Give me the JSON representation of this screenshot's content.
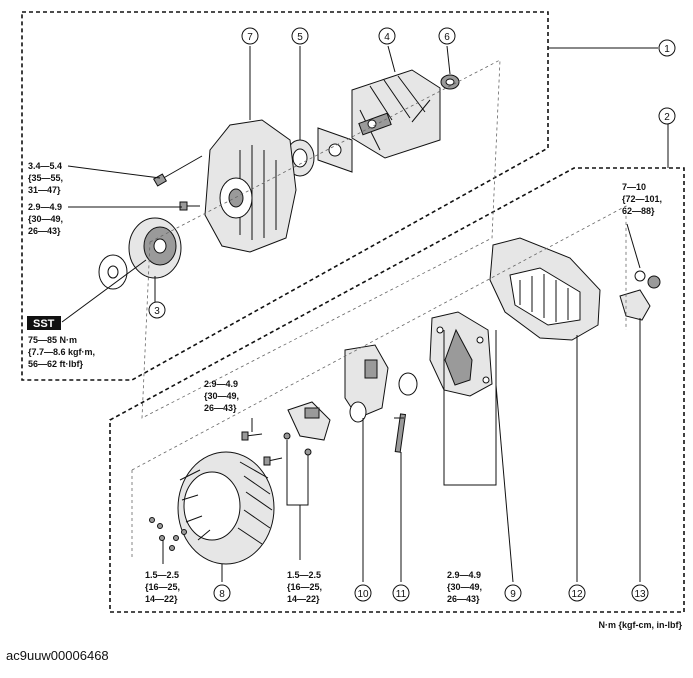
{
  "figure_id": "ac9uuw00006468",
  "units_note": "N·m {kgf-cm, in-lbf}",
  "sst_label": "SST",
  "callouts": [
    "1",
    "2",
    "3",
    "4",
    "5",
    "6",
    "7",
    "8",
    "9",
    "10",
    "11",
    "12",
    "13"
  ],
  "torques": {
    "bolt_top": [
      "3.4—5.4",
      "{35—55,",
      "31—47}"
    ],
    "bolt_mid": [
      "2.9—4.9",
      "{30—49,",
      "26—43}"
    ],
    "pulley_nut": [
      "75—85 N·m",
      "{7.7—8.6 kgf·m,",
      "56—62 ft·lbf}"
    ],
    "terminal_nut": [
      "7—10",
      "{72—101,",
      "62—88}"
    ],
    "regulator_bolts": [
      "2.9—4.9",
      "{30—49,",
      "26—43}"
    ],
    "stator_screws": [
      "1.5—2.5",
      "{16—25,",
      "14—22}"
    ],
    "holder_screws": [
      "1.5—2.5",
      "{16—25,",
      "14—22}"
    ],
    "rectifier_screws": [
      "2.9—4.9",
      "{30—49,",
      "26—43}"
    ]
  }
}
